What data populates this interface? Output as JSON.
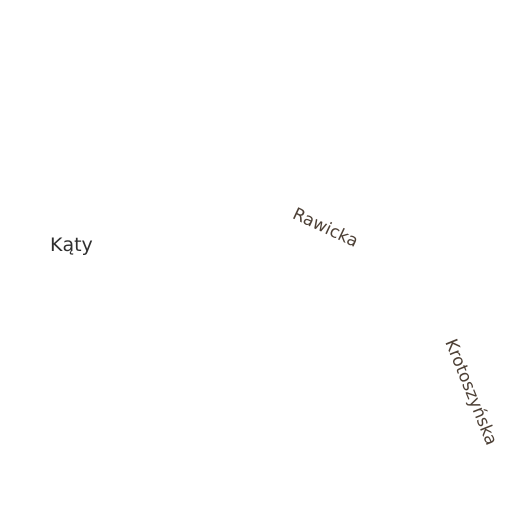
{
  "map": {
    "place_labels": [
      {
        "text": "Kąty"
      }
    ],
    "street_labels": [
      {
        "text": "Rawicka"
      },
      {
        "text": "Krotoszyńska"
      }
    ],
    "colors": {
      "background": "#ffffff",
      "place_label": "#2f2f2f",
      "street_label": "#4d4036"
    }
  }
}
